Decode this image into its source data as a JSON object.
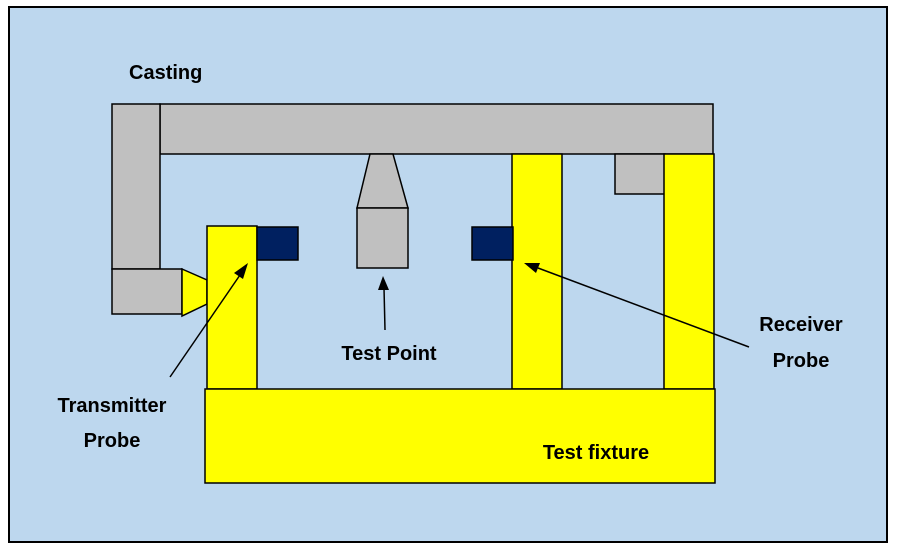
{
  "labels": {
    "casting": "Casting",
    "test_point": "Test Point",
    "transmitter_line1": "Transmitter",
    "transmitter_line2": "Probe",
    "receiver_line1": "Receiver",
    "receiver_line2": "Probe",
    "test_fixture": "Test fixture"
  },
  "colors": {
    "background": "#bdd7ee",
    "casting": "#c0c0c0",
    "fixture": "#ffff00",
    "probe": "#002060",
    "outline": "#000000"
  }
}
